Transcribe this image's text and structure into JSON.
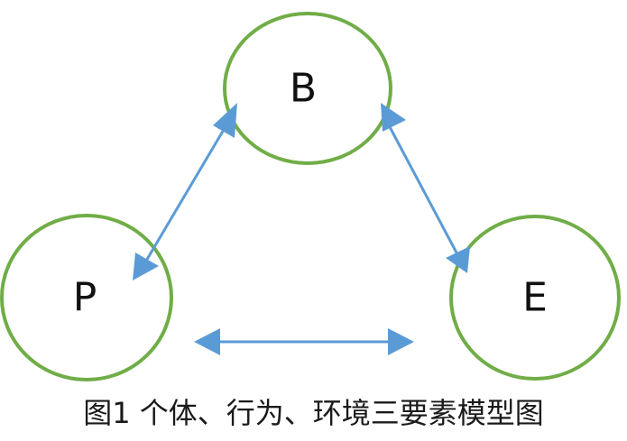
{
  "diagram": {
    "nodes": {
      "b": {
        "label": "B"
      },
      "p": {
        "label": "P"
      },
      "e": {
        "label": "E"
      }
    },
    "edges": [
      {
        "from": "b",
        "to": "p",
        "bidirectional": true
      },
      {
        "from": "b",
        "to": "e",
        "bidirectional": true
      },
      {
        "from": "p",
        "to": "e",
        "bidirectional": true
      }
    ],
    "colors": {
      "circle_stroke": "#70ad47",
      "arrow": "#5b9bd5",
      "label": "#111111",
      "caption": "#1a1a1a"
    }
  },
  "caption": "图1 个体、行为、环境三要素模型图"
}
